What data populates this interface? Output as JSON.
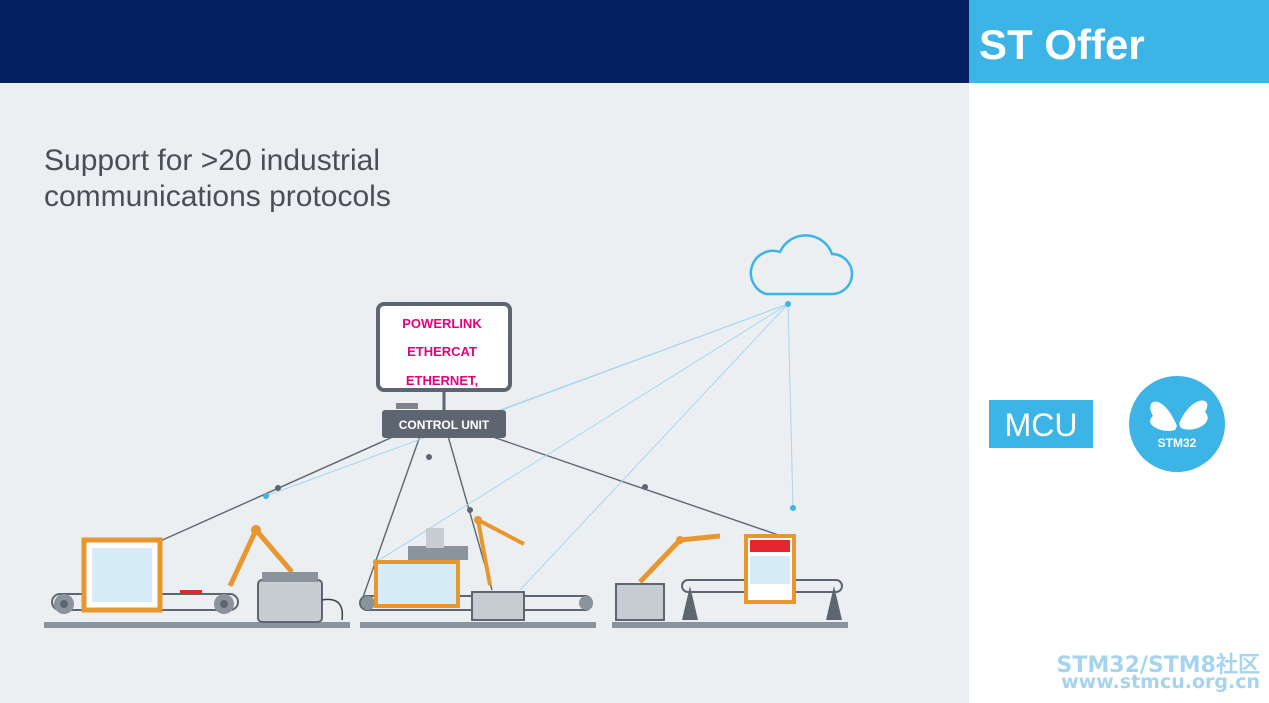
{
  "header": {
    "title": "ST Offer"
  },
  "headline": {
    "line1": "Support for >20 industrial",
    "line2": "communications protocols"
  },
  "monitor": {
    "protocols": [
      "POWERLINK",
      "ETHERCAT",
      "ETHERNET,"
    ]
  },
  "control_unit": {
    "label": "CONTROL UNIT"
  },
  "products": {
    "mcu_label": "MCU",
    "badge_label": "STM32"
  },
  "watermark": {
    "line1": "STM32/STM8社区",
    "line2": "www.stmcu.org.cn"
  },
  "colors": {
    "navy": "#03215f",
    "cyan": "#3cb4e6",
    "magenta": "#e6007e",
    "orange": "#e8962e",
    "gray": "#5d6670"
  }
}
